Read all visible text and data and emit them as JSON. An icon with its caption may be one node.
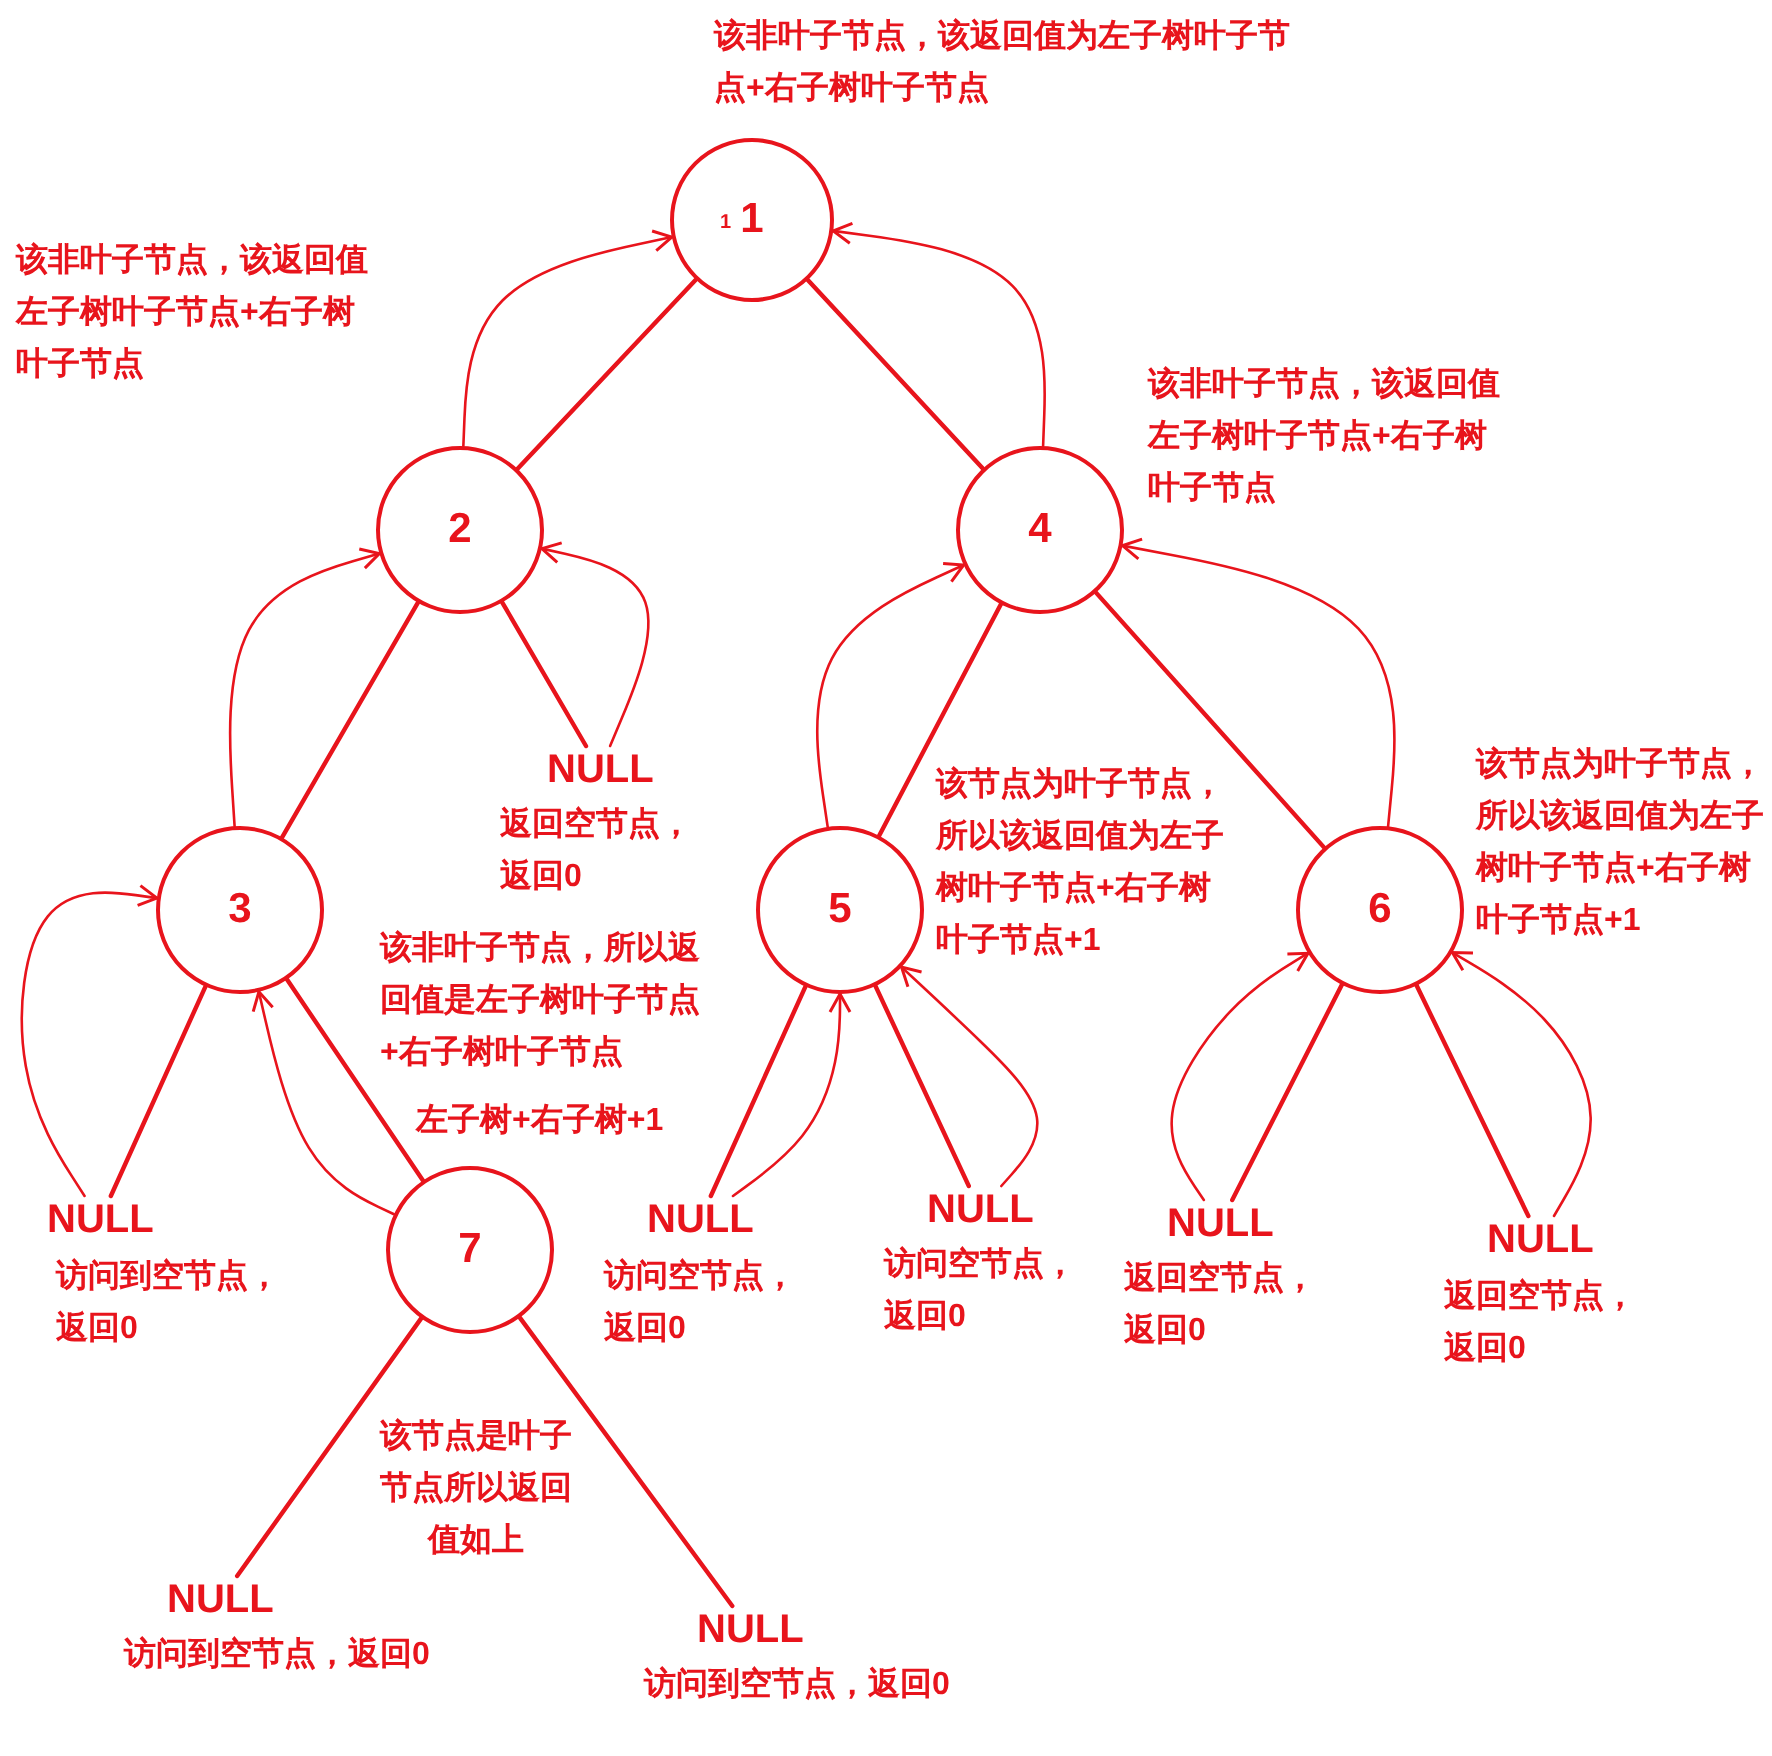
{
  "diagram": {
    "nodes": [
      {
        "text": [
          "1"
        ],
        "beside": [
          "该非叶子节点，该返回值为左子树叶子节点+右子树叶子节点"
        ]
      },
      {
        "text": [
          "2"
        ],
        "beside": [
          "该非叶子节点，该返回值左子树叶子节点+右子树叶子节点"
        ]
      },
      {
        "text": [
          "4"
        ],
        "beside": [
          "该非叶子节点，该返回值左子树叶子节点+右子树叶子节点"
        ]
      },
      {
        "text": [
          "3"
        ],
        "beside": [
          "该非叶子节点，所以返回值是左子树叶子节点+右子树叶子节点"
        ]
      },
      {
        "text": [
          "NULL"
        ],
        "beside": [
          "返回空节点，返回0"
        ]
      },
      {
        "text": [
          "5"
        ],
        "beside": [
          "该节点为叶子节点，所以该返回值为左子树叶子节点+右子树叶子节点+1"
        ]
      },
      {
        "text": [
          "6"
        ],
        "beside": [
          "该节点为叶子节点，所以该返回值为左子树叶子节点+右子树叶子节点+1"
        ]
      },
      {
        "text": [
          "NULL"
        ],
        "beside": [
          "访问到空节点，返回0"
        ]
      },
      {
        "text": [
          "7"
        ],
        "beside": [
          "左子树+右子树+1",
          "该节点是叶子节点所以返回值如上"
        ]
      },
      {
        "text": [
          "NULL"
        ],
        "beside": [
          "访问空节点，返回0"
        ]
      },
      {
        "text": [
          "NULL"
        ],
        "beside": [
          "访问空节点，返回0"
        ]
      },
      {
        "text": [
          "NULL"
        ],
        "beside": [
          "返回空节点，返回0"
        ]
      },
      {
        "text": [
          "NULL"
        ],
        "beside": [
          "返回空节点，返回0"
        ]
      },
      {
        "text": [
          "NULL"
        ],
        "beside": [
          "访问到空节点，返回0"
        ]
      },
      {
        "text": [
          "NULL"
        ],
        "beside": [
          "访问到空节点，返回0"
        ]
      }
    ],
    "edges": [
      {
        "from": 0,
        "to": 1,
        "arrow": "none"
      },
      {
        "from": 0,
        "to": 2,
        "arrow": "none"
      },
      {
        "from": 1,
        "to": 3,
        "arrow": "none"
      },
      {
        "from": 1,
        "to": 4,
        "arrow": "none"
      },
      {
        "from": 2,
        "to": 5,
        "arrow": "none"
      },
      {
        "from": 2,
        "to": 6,
        "arrow": "none"
      },
      {
        "from": 3,
        "to": 7,
        "arrow": "none"
      },
      {
        "from": 3,
        "to": 8,
        "arrow": "none"
      },
      {
        "from": 5,
        "to": 9,
        "arrow": "none"
      },
      {
        "from": 5,
        "to": 10,
        "arrow": "none"
      },
      {
        "from": 6,
        "to": 11,
        "arrow": "none"
      },
      {
        "from": 6,
        "to": 12,
        "arrow": "none"
      },
      {
        "from": 8,
        "to": 13,
        "arrow": "none"
      },
      {
        "from": 8,
        "to": 14,
        "arrow": "none"
      },
      {
        "from": 1,
        "to": 0,
        "arrow": "to"
      },
      {
        "from": 2,
        "to": 0,
        "arrow": "to"
      },
      {
        "from": 3,
        "to": 1,
        "arrow": "to"
      },
      {
        "from": 4,
        "to": 1,
        "arrow": "to"
      },
      {
        "from": 5,
        "to": 2,
        "arrow": "to"
      },
      {
        "from": 6,
        "to": 2,
        "arrow": "to"
      },
      {
        "from": 7,
        "to": 3,
        "arrow": "to"
      },
      {
        "from": 8,
        "to": 3,
        "arrow": "to"
      },
      {
        "from": 9,
        "to": 5,
        "arrow": "to"
      },
      {
        "from": 10,
        "to": 5,
        "arrow": "to"
      },
      {
        "from": 11,
        "to": 6,
        "arrow": "to"
      },
      {
        "from": 12,
        "to": 6,
        "arrow": "to"
      }
    ],
    "labels": [
      "1"
    ]
  }
}
